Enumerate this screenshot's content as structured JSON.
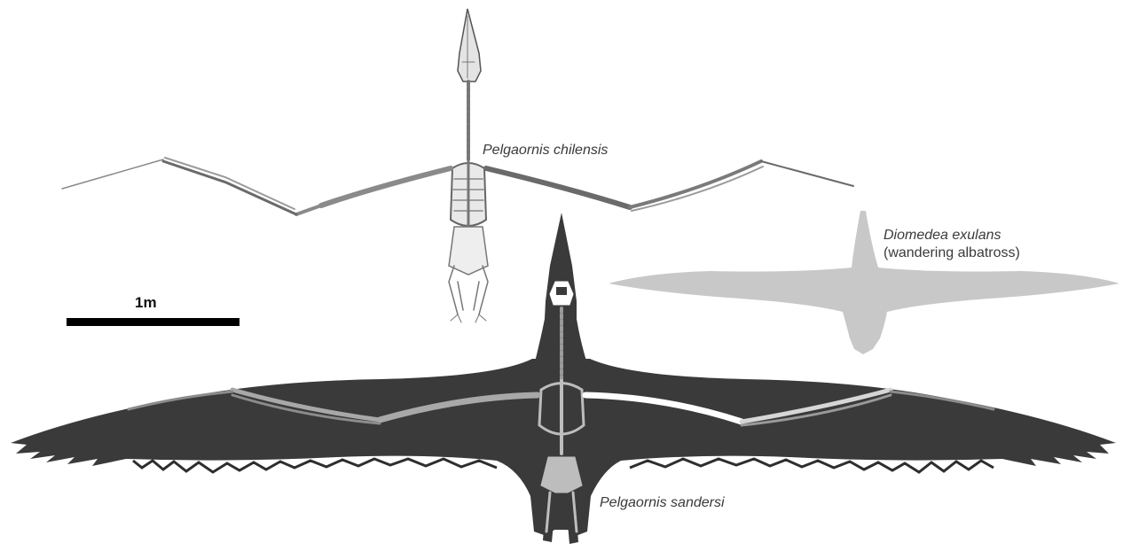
{
  "figure": {
    "scale": {
      "label": "1m"
    },
    "species": {
      "chilensis": {
        "name": "Pelgaornis chilensis"
      },
      "exulans": {
        "name": "Diomedea exulans",
        "common_name": "(wandering albatross)"
      },
      "sandersi": {
        "name": "Pelgaornis sandersi"
      }
    },
    "colors": {
      "sandersi_silhouette": "#3a3a3a",
      "sandersi_bone": "#9a9a9a",
      "albatross_silhouette": "#c8c8c8",
      "chilensis_bone": "#8a8a8a",
      "scale_bar": "#000000"
    }
  }
}
